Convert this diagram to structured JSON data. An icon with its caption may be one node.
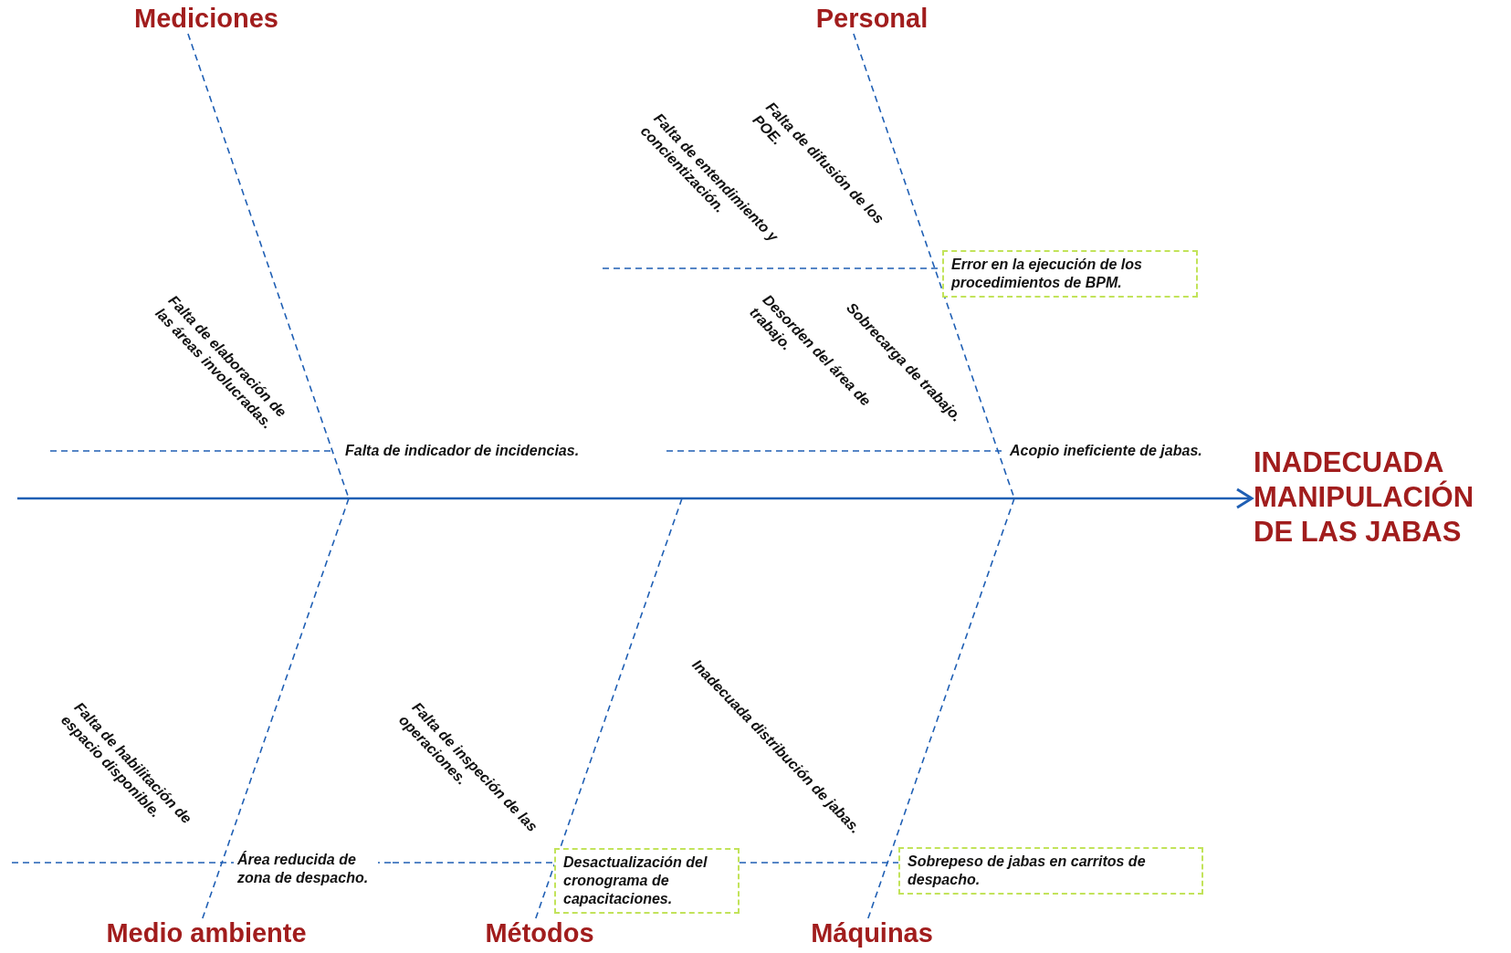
{
  "diagram": {
    "nodes": [
      {
        "text": [
          "Mediciones"
        ]
      },
      {
        "text": [
          "Personal"
        ]
      },
      {
        "text": [
          "Error en la ejecución de los procedimientos de BPM."
        ]
      },
      {
        "text": [
          "INADECUADA MANIPULACIÓN DE LAS JABAS"
        ]
      },
      {
        "text": [
          "Desactualización del cronograma de capacitaciones."
        ]
      },
      {
        "text": [
          "Sobrepeso de jabas en carritos de despacho."
        ]
      },
      {
        "text": [
          "Medio ambiente"
        ]
      },
      {
        "text": [
          "Métodos"
        ]
      },
      {
        "text": [
          "Máquinas"
        ]
      }
    ],
    "edges": [
      {
        "from": null,
        "to": 3,
        "arrow": "to"
      },
      {
        "from": 0,
        "to": null,
        "arrow": "none",
        "style": "dashed"
      },
      {
        "from": 1,
        "to": null,
        "arrow": "none",
        "style": "dashed"
      },
      {
        "from": 6,
        "to": null,
        "arrow": "none",
        "style": "dashed"
      },
      {
        "from": 7,
        "to": null,
        "arrow": "none",
        "style": "dashed"
      },
      {
        "from": 8,
        "to": null,
        "arrow": "none",
        "style": "dashed"
      },
      {
        "from": null,
        "to": 2,
        "arrow": "none",
        "style": "dashed"
      },
      {
        "from": null,
        "to": 4,
        "arrow": "none",
        "style": "dashed"
      },
      {
        "from": 4,
        "to": 5,
        "arrow": "none",
        "style": "dashed"
      }
    ],
    "labels": [
      "Falta de entendimiento y concientización.",
      "Falta de difusión de los POE.",
      "Falta de elaboración de las áreas involucradas.",
      "Sobrecarga de trabajo.",
      "Desorden del área de trabajo.",
      "Falta de indicador de incidencias.",
      "Acopio ineficiente de jabas.",
      "Inadecuada distribución de jabas.",
      "Falta de habilitación de espacio disponible.",
      "Falta de inspeción de las operaciones.",
      "Área reducida de zona de despacho."
    ]
  }
}
